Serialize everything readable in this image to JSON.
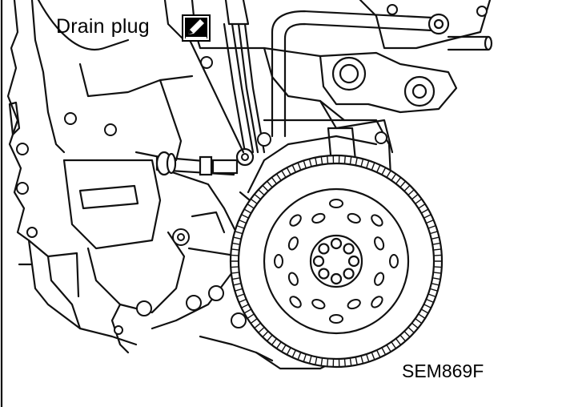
{
  "labels": {
    "drain_word1": "Drain",
    "drain_word2": "plug",
    "figure_code": "SEM869F"
  },
  "icons": {
    "callout_icon": "pencil-edit-icon"
  },
  "colors": {
    "line": "#111111",
    "background": "#ffffff"
  }
}
